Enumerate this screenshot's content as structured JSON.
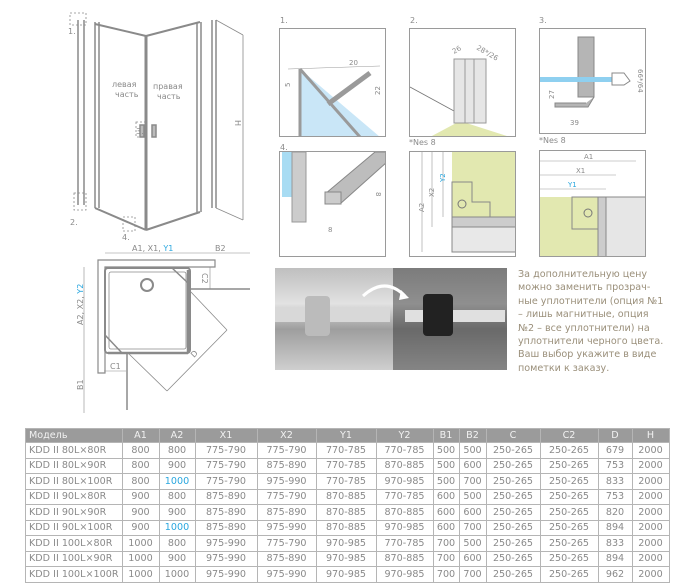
{
  "main_drawing": {
    "left_part": [
      "левая",
      "часть"
    ],
    "right_part": [
      "правая",
      "часть"
    ],
    "detail_markers": [
      "1.",
      "2.",
      "3.",
      "4."
    ],
    "dim_width_a": "A1, X1, ",
    "dim_width_y": "Y1",
    "dim_width_b": "B2",
    "dim_height": "H"
  },
  "plan_drawing": {
    "dim_side_a": "A2, X2, ",
    "dim_side_y": "Y2",
    "dim_b1": "B1",
    "dim_c1": "C1",
    "dim_c2": "C2",
    "dim_d": "D"
  },
  "details": {
    "d1": {
      "label": "1.",
      "dims": [
        "20",
        "5",
        "22"
      ]
    },
    "d2": {
      "label": "2.",
      "dims": [
        "26",
        "28*/26"
      ],
      "footnote": "*Nes 8"
    },
    "d3": {
      "label": "3.",
      "dims": [
        "66*/64",
        "27",
        "39"
      ],
      "footnote": "*Nes 8"
    },
    "d4": {
      "label": "4.",
      "dims": [
        "8",
        "8"
      ]
    },
    "d5": {
      "dims": [
        "A2",
        "X2",
        "Y2"
      ]
    },
    "d6": {
      "dims": [
        "A1",
        "X1",
        "Y1"
      ]
    }
  },
  "note": [
    "За дополнительную цену",
    "можно заменить прозрач-",
    "ные уплотнители (опция №1",
    "– лишь магнитные, опция",
    "№2 – все уплотнители)  на",
    "уплотнители черного цвета.",
    "Ваш выбор укажите в виде",
    "пометки к заказу."
  ],
  "colors": {
    "accent_blue": "#2aa7df",
    "text": "#8a8a8a",
    "header_bg": "#9b9b9b",
    "tray_green": "#e2e8b0"
  },
  "table": {
    "headers": [
      "Модель",
      "A1",
      "A2",
      "X1",
      "X2",
      "Y1",
      "Y2",
      "B1",
      "B2",
      "C",
      "C2",
      "D",
      "H"
    ],
    "rows": [
      [
        "KDD II 80L×80R",
        "800",
        "800",
        "775-790",
        "775-790",
        "770-785",
        "770-785",
        "500",
        "500",
        "250-265",
        "250-265",
        "679",
        "2000"
      ],
      [
        "KDD II 80L×90R",
        "800",
        "900",
        "775-790",
        "875-890",
        "770-785",
        "870-885",
        "500",
        "600",
        "250-265",
        "250-265",
        "753",
        "2000"
      ],
      [
        "KDD II 80L×100R",
        "800",
        "1000",
        "775-790",
        "975-990",
        "770-785",
        "970-985",
        "500",
        "700",
        "250-265",
        "250-265",
        "833",
        "2000"
      ],
      [
        "KDD II 90L×80R",
        "900",
        "800",
        "875-890",
        "775-790",
        "870-885",
        "770-785",
        "600",
        "500",
        "250-265",
        "250-265",
        "753",
        "2000"
      ],
      [
        "KDD II 90L×90R",
        "900",
        "900",
        "875-890",
        "875-890",
        "870-885",
        "870-885",
        "600",
        "600",
        "250-265",
        "250-265",
        "820",
        "2000"
      ],
      [
        "KDD II 90L×100R",
        "900",
        "1000",
        "875-890",
        "975-990",
        "870-885",
        "970-985",
        "600",
        "700",
        "250-265",
        "250-265",
        "894",
        "2000"
      ],
      [
        "KDD II 100L×80R",
        "1000",
        "800",
        "975-990",
        "775-790",
        "970-985",
        "770-785",
        "700",
        "500",
        "250-265",
        "250-265",
        "833",
        "2000"
      ],
      [
        "KDD II 100L×90R",
        "1000",
        "900",
        "975-990",
        "875-890",
        "970-985",
        "870-885",
        "700",
        "600",
        "250-265",
        "250-265",
        "894",
        "2000"
      ],
      [
        "KDD II 100L×100R",
        "1000",
        "1000",
        "975-990",
        "975-990",
        "970-985",
        "970-985",
        "700",
        "700",
        "250-265",
        "250-265",
        "962",
        "2000"
      ]
    ],
    "highlight_cells": [
      [
        2,
        2
      ],
      [
        5,
        2
      ]
    ]
  }
}
